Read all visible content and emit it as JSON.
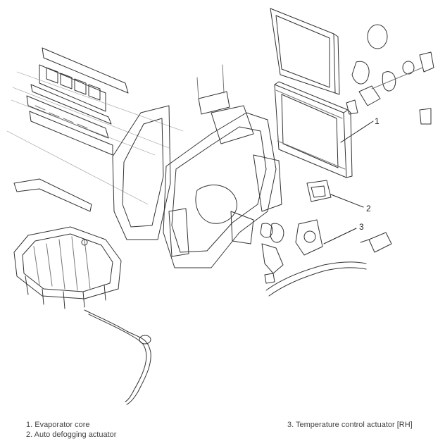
{
  "diagram": {
    "callouts": [
      {
        "number": "1"
      },
      {
        "number": "2"
      },
      {
        "number": "3"
      }
    ]
  },
  "legend": {
    "items": [
      {
        "text": "1. Evaporator core"
      },
      {
        "text": "2. Auto defogging actuator"
      },
      {
        "text": "3. Temperature control actuator [RH]"
      }
    ]
  },
  "colors": {
    "line": "#333333",
    "legend_text": "#444444",
    "background": "#ffffff"
  }
}
